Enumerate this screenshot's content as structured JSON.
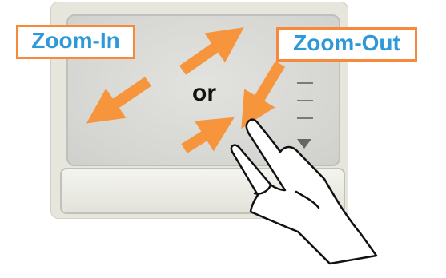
{
  "labels": {
    "zoom_in": "Zoom-In",
    "zoom_out": "Zoom-Out",
    "or": "or"
  },
  "icons": {
    "hand": "two-finger-hand-icon",
    "arrows": "orange-direction-arrow-icon"
  },
  "colors": {
    "arrow": "#f7953d",
    "label_border": "#f7893a",
    "label_text": "#2e98d8"
  }
}
